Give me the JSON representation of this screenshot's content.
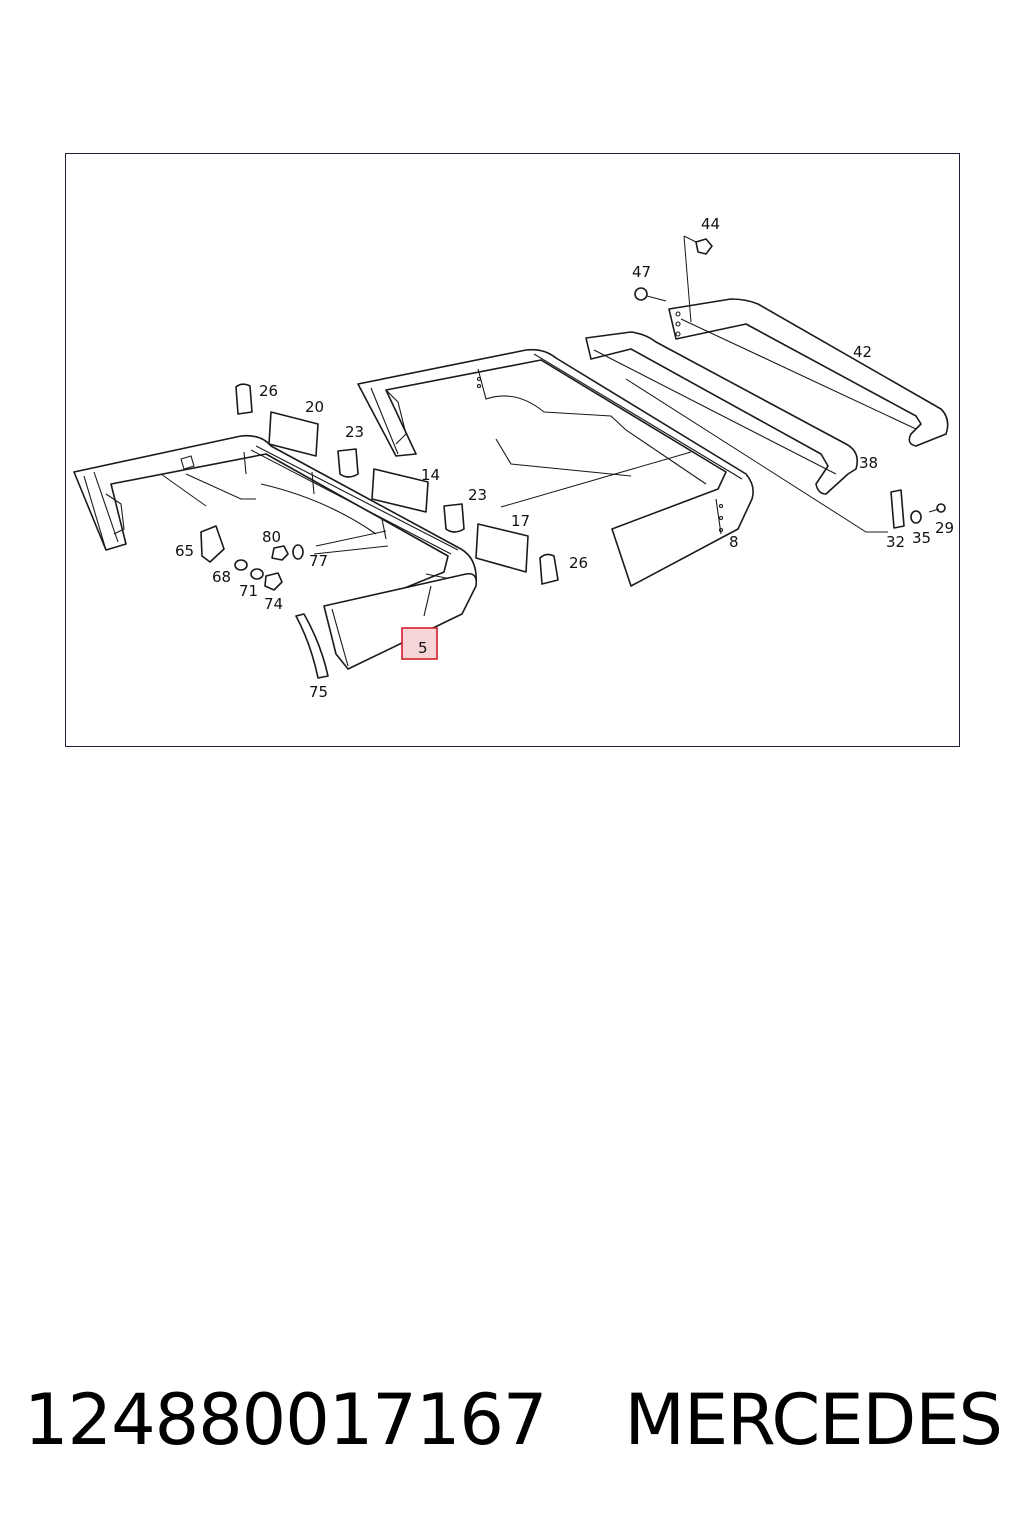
{
  "diagram": {
    "callouts": [
      "44",
      "47",
      "42",
      "26",
      "20",
      "23",
      "14",
      "23",
      "17",
      "26",
      "38",
      "8",
      "65",
      "80",
      "77",
      "68",
      "71",
      "74",
      "5",
      "75",
      "32",
      "35",
      "29"
    ],
    "highlighted_callout": "5",
    "colors": {
      "frame": "#1f1f3a",
      "line": "#1a1a1a",
      "highlight_fill": "#f6d5d9",
      "highlight_stroke": "#d11f2b"
    }
  },
  "footer": {
    "part_number": "124880017167",
    "brand": "MERCEDES"
  }
}
